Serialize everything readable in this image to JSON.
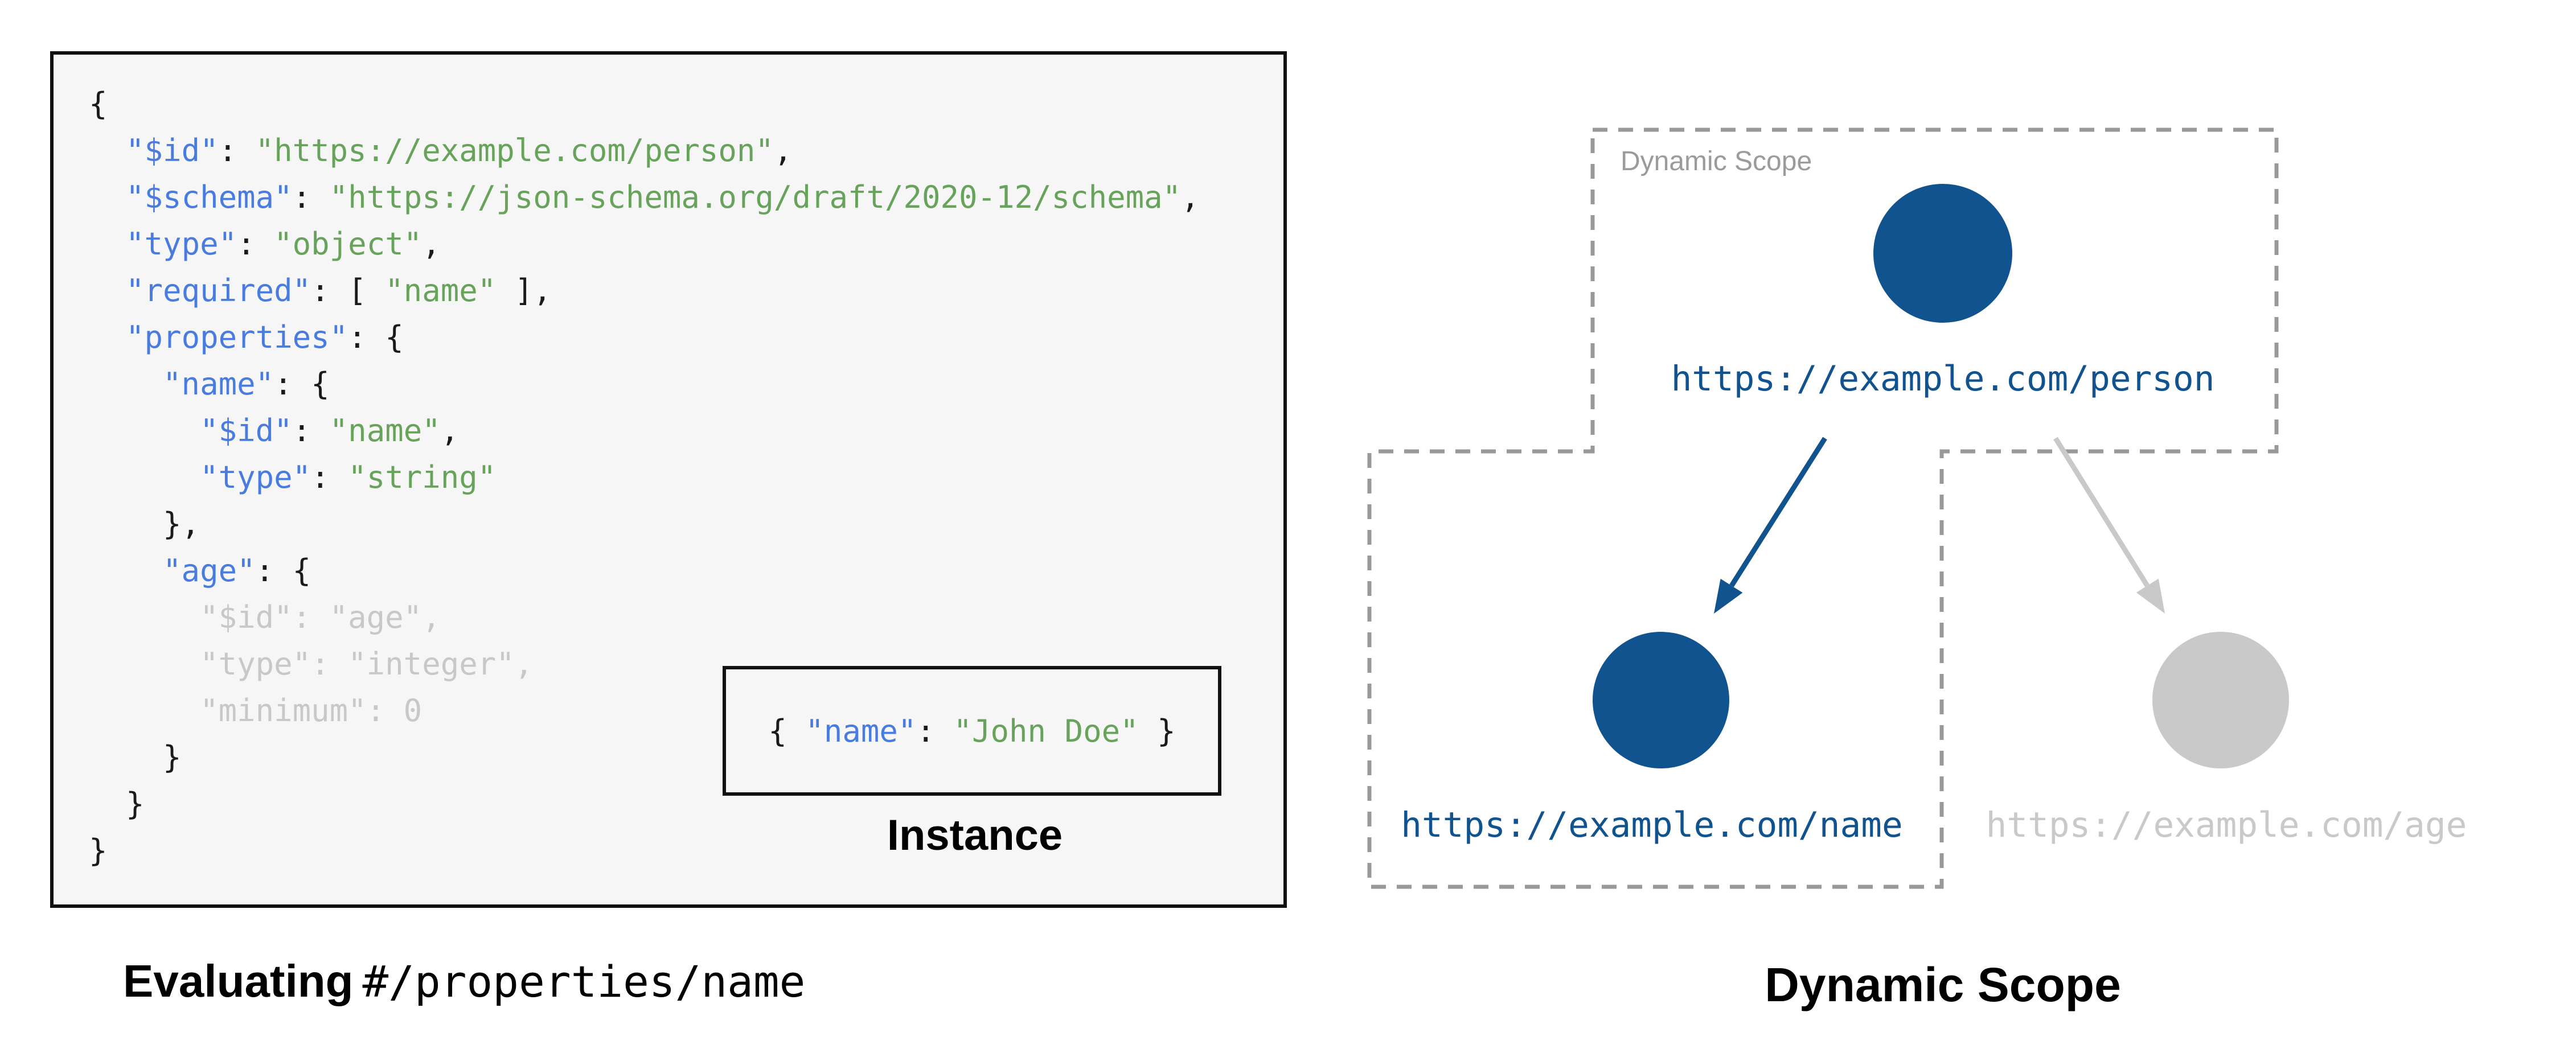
{
  "schema_panel": {
    "code_lines": [
      [
        [
          "p",
          "{"
        ]
      ],
      [
        [
          "p",
          "  "
        ],
        [
          "k",
          "\"$id\""
        ],
        [
          "p",
          ": "
        ],
        [
          "v",
          "\"https://example.com/person\""
        ],
        [
          "p",
          ","
        ]
      ],
      [
        [
          "p",
          "  "
        ],
        [
          "k",
          "\"$schema\""
        ],
        [
          "p",
          ": "
        ],
        [
          "v",
          "\"https://json-schema.org/draft/2020-12/schema\""
        ],
        [
          "p",
          ","
        ]
      ],
      [
        [
          "p",
          "  "
        ],
        [
          "k",
          "\"type\""
        ],
        [
          "p",
          ": "
        ],
        [
          "v",
          "\"object\""
        ],
        [
          "p",
          ","
        ]
      ],
      [
        [
          "p",
          "  "
        ],
        [
          "k",
          "\"required\""
        ],
        [
          "p",
          ": [ "
        ],
        [
          "v",
          "\"name\""
        ],
        [
          "p",
          " ],"
        ]
      ],
      [
        [
          "p",
          "  "
        ],
        [
          "k",
          "\"properties\""
        ],
        [
          "p",
          ": {"
        ]
      ],
      [
        [
          "p",
          "    "
        ],
        [
          "k",
          "\"name\""
        ],
        [
          "p",
          ": {"
        ]
      ],
      [
        [
          "p",
          "      "
        ],
        [
          "k",
          "\"$id\""
        ],
        [
          "p",
          ": "
        ],
        [
          "v",
          "\"name\""
        ],
        [
          "p",
          ","
        ]
      ],
      [
        [
          "p",
          "      "
        ],
        [
          "k",
          "\"type\""
        ],
        [
          "p",
          ": "
        ],
        [
          "v",
          "\"string\""
        ]
      ],
      [
        [
          "p",
          "    },"
        ]
      ],
      [
        [
          "p",
          "    "
        ],
        [
          "k",
          "\"age\""
        ],
        [
          "p",
          ": {"
        ]
      ],
      [
        [
          "d",
          "      \"$id\": \"age\","
        ]
      ],
      [
        [
          "d",
          "      \"type\": \"integer\","
        ]
      ],
      [
        [
          "d",
          "      \"minimum\": 0"
        ]
      ],
      [
        [
          "p",
          "    }"
        ]
      ],
      [
        [
          "p",
          "  }"
        ]
      ],
      [
        [
          "p",
          "}"
        ]
      ]
    ],
    "instance_tokens": [
      [
        [
          "p",
          "{ "
        ],
        [
          "k",
          "\"name\""
        ],
        [
          "p",
          ": "
        ],
        [
          "v",
          "\"John Doe\""
        ],
        [
          "p",
          " }"
        ]
      ]
    ],
    "instance_label": "Instance",
    "caption_bold": "Evaluating",
    "caption_mono": "#/properties/name",
    "colors": {
      "key_blue": "#4a7ce0",
      "value_green": "#68a35b",
      "punctuation_black": "#1a1a1a",
      "dimmed_gray": "#c8c8c8",
      "panel_background": "#f6f6f6",
      "panel_border": "#111111"
    }
  },
  "diagram": {
    "scope_box_label": "Dynamic Scope",
    "caption": "Dynamic Scope",
    "nodes": {
      "person": {
        "url": "https://example.com/person",
        "state": "active"
      },
      "name": {
        "url": "https://example.com/name",
        "state": "active"
      },
      "age": {
        "url": "https://example.com/age",
        "state": "inactive"
      }
    },
    "colors": {
      "active_blue": "#11538f",
      "inactive_gray": "#c9c9c9",
      "dashed_border_gray": "#999999",
      "scope_label_gray": "#9b9b9b"
    }
  }
}
